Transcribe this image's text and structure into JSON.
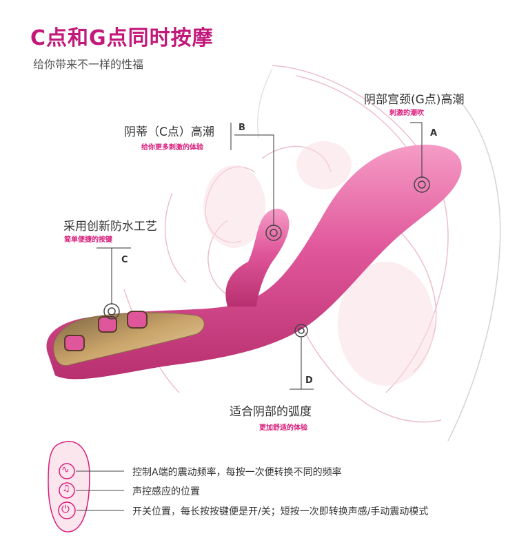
{
  "header": {
    "title": "C点和G点同时按摩",
    "subtitle": "给你带来不一样的性福"
  },
  "callouts": {
    "a": {
      "title": "阴部宫颈(G点)高潮",
      "subtitle": "刺激的潮吹",
      "letter": "A"
    },
    "b": {
      "title": "阴蒂（C点）高潮",
      "subtitle": "给你更多刺激的体验",
      "letter": "B"
    },
    "c": {
      "title": "采用创新防水工艺",
      "subtitle": "简单便捷的按键",
      "letter": "C"
    },
    "d": {
      "title": "适合阴部的弧度",
      "subtitle": "更加舒适的体验",
      "letter": "D"
    }
  },
  "buttons_legend": [
    {
      "icon": "wave-icon",
      "text": "控制A端的震动频率，每按一次便转换不同的频率"
    },
    {
      "icon": "music-note-icon",
      "text": "声控感应的位置"
    },
    {
      "icon": "power-icon",
      "text": "开关位置，每长按按键便是开/关；短按一次即转换声感/手动震动模式"
    }
  ],
  "colors": {
    "brand": "#c2187a",
    "product": "#e0569a",
    "anatomy_line": "#e3a8b6",
    "gold": "#b8935a"
  }
}
